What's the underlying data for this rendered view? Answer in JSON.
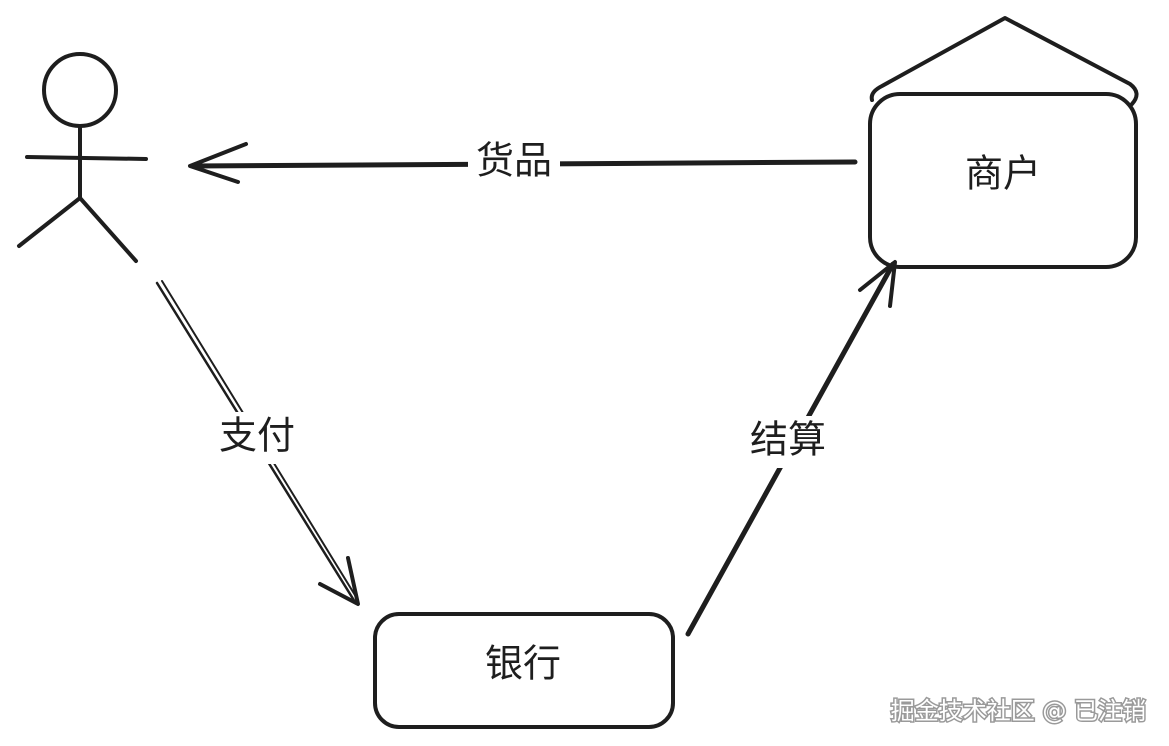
{
  "diagram": {
    "nodes": {
      "merchant": "商户",
      "bank": "银行"
    },
    "edges": {
      "goods": "货品",
      "payment": "支付",
      "settlement": "结算"
    }
  },
  "watermark": "掘金技术社区 @ 已注销",
  "colors": {
    "ink": "#1e1e1e",
    "background": "#ffffff",
    "watermark": "#9a9a9a"
  }
}
